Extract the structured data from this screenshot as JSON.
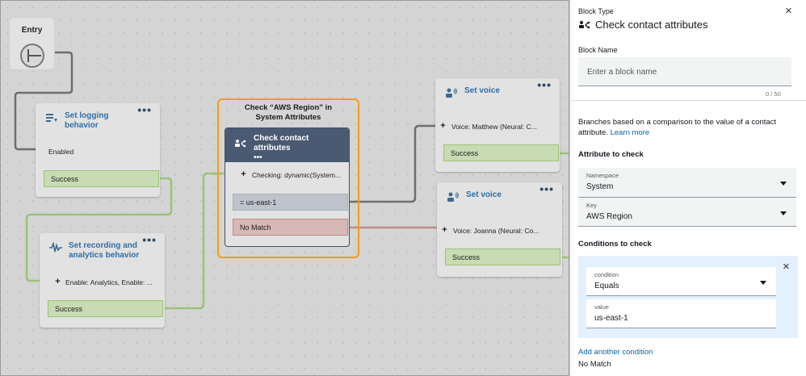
{
  "canvas": {
    "entry": {
      "label": "Entry"
    },
    "blocks": {
      "set_logging": {
        "title": "Set logging behavior",
        "title_line1": "Set logging",
        "title_line2": "behavior",
        "detail": "Enabled",
        "branch_success": "Success"
      },
      "set_recording": {
        "title_line1": "Set recording and",
        "title_line2": "analytics behavior",
        "detail": "Enable: Analytics, Enable: ...",
        "branch_success": "Success"
      },
      "check_contact": {
        "frame_title_line1": "Check “AWS Region” in",
        "frame_title_line2": "System Attributes",
        "title_line1": "Check contact",
        "title_line2": "attributes",
        "detail": "Checking: dynamic(System...",
        "branch_equals": "= us-east-1",
        "branch_nomatch": "No Match"
      },
      "set_voice_1": {
        "title": "Set voice",
        "detail": "Voice: Matthew (Neural: C...",
        "branch_success": "Success"
      },
      "set_voice_2": {
        "title": "Set voice",
        "detail": "Voice: Joanna (Neural: Co...",
        "branch_success": "Success"
      }
    },
    "menu_glyph": "•••",
    "plus_glyph": "+"
  },
  "panel": {
    "block_type_label": "Block Type",
    "block_type_value": "Check contact attributes",
    "close_glyph": "×",
    "block_name_label": "Block Name",
    "block_name_placeholder": "Enter a block name",
    "char_count": "0 / 50",
    "description": "Branches based on a comparison to the value of a contact attribute.",
    "learn_more": "Learn more",
    "attribute_heading": "Attribute to check",
    "namespace": {
      "caption": "Namespace",
      "value": "System"
    },
    "key": {
      "caption": "Key",
      "value": "AWS Region"
    },
    "conditions_heading": "Conditions to check",
    "condition": {
      "caption": "condition",
      "value": "Equals"
    },
    "value": {
      "caption": "value",
      "value": "us-east-1"
    },
    "add_condition": "Add another condition",
    "no_match": "No Match"
  },
  "colors": {
    "focus": "#f59b1d",
    "success_wire": "#9cc27a",
    "nomatch_wire": "#c08a86",
    "link": "#0a63a8",
    "block_title": "#2f6ea8",
    "selected_header": "#4a5a72"
  }
}
